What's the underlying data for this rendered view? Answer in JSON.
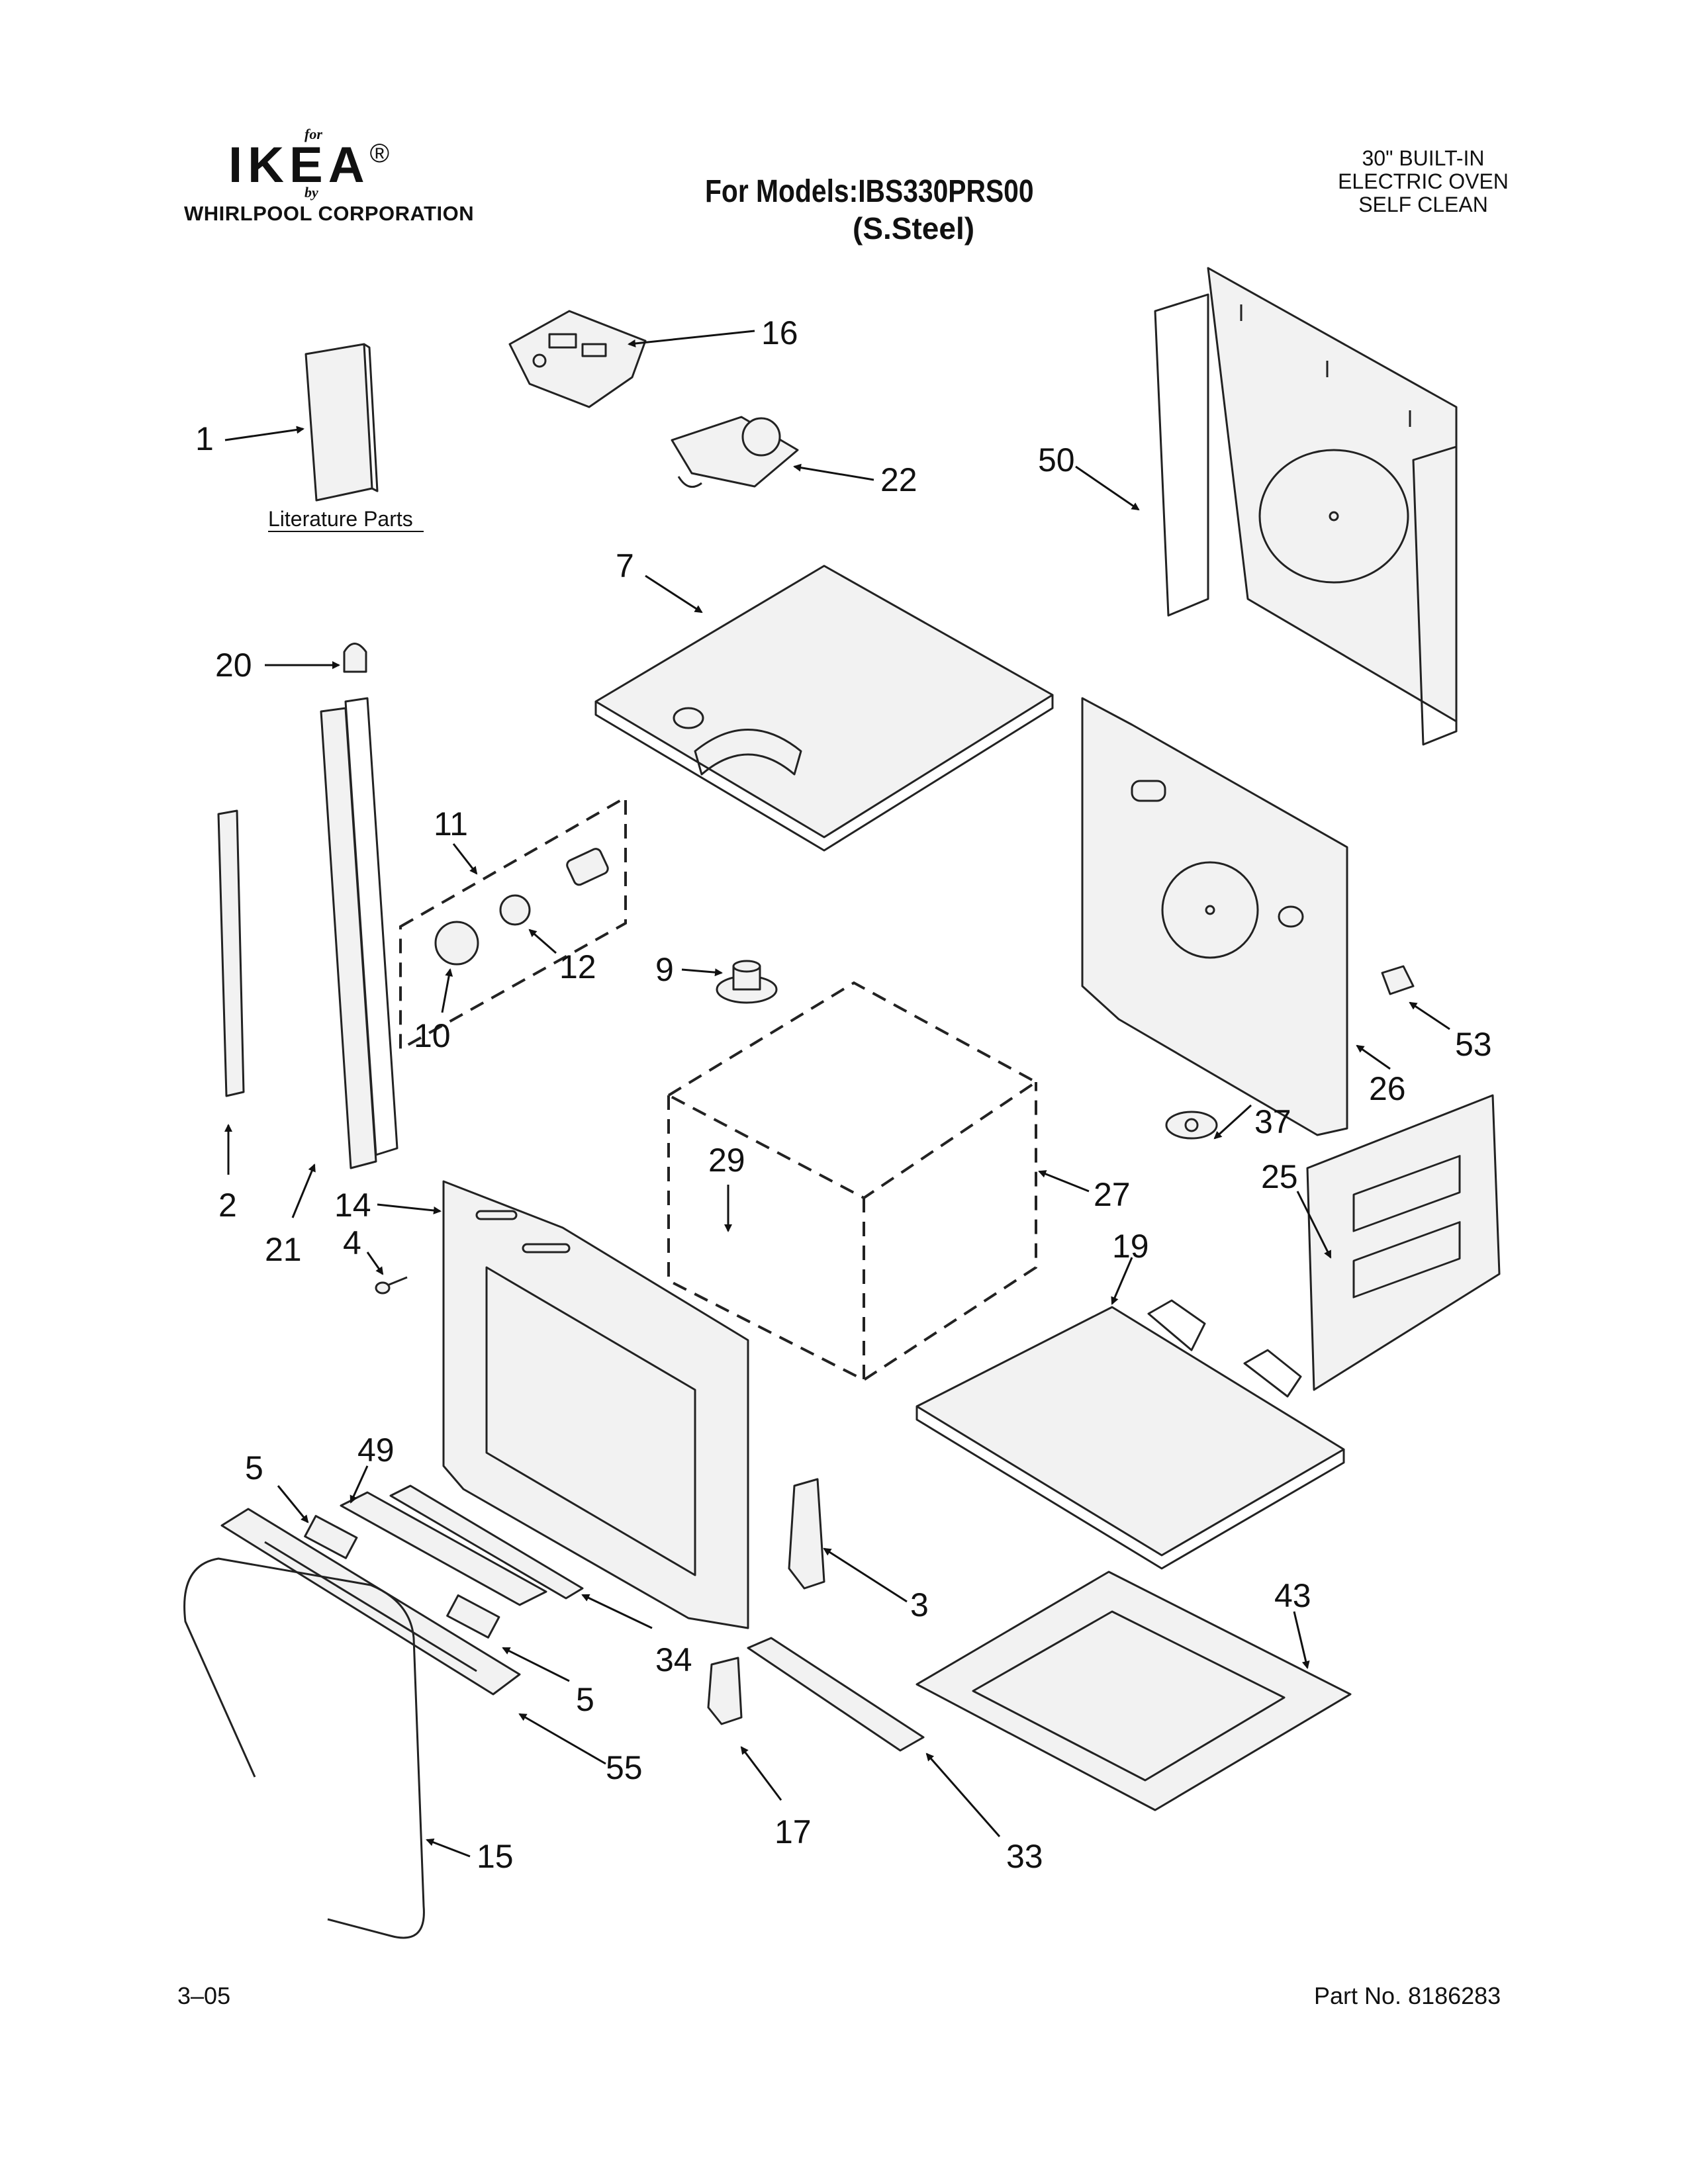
{
  "header": {
    "logo_for": "for",
    "logo_brand": "IKEA",
    "logo_reg": "®",
    "logo_by": "by",
    "corporation": "WHIRLPOOL CORPORATION",
    "model_line": "For Models:IBS330PRS00",
    "variant": "(S.Steel)",
    "product_lines": [
      "30\" BUILT-IN",
      "ELECTRIC OVEN",
      "SELF CLEAN"
    ]
  },
  "literature_caption": "Literature Parts",
  "callouts": [
    "1",
    "16",
    "22",
    "50",
    "7",
    "20",
    "11",
    "12",
    "10",
    "9",
    "2",
    "21",
    "14",
    "4",
    "29",
    "27",
    "26",
    "53",
    "37",
    "25",
    "19",
    "5",
    "49",
    "3",
    "34",
    "5",
    "55",
    "15",
    "17",
    "33",
    "43"
  ],
  "footer": {
    "date": "3–05",
    "part_number": "Part No. 8186283"
  }
}
